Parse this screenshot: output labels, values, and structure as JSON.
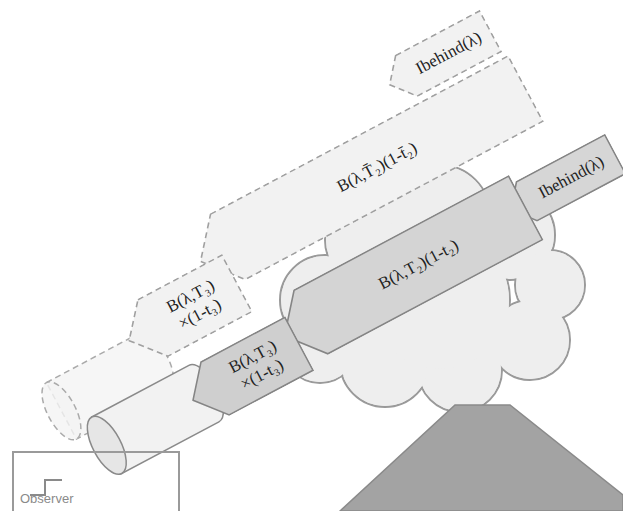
{
  "diagram": {
    "nodes": [
      {
        "text": [
          "Ibehind(λ)"
        ]
      },
      {
        "text": [
          "B(λ,T̄₂)(1-t̄₂)"
        ]
      },
      {
        "text": [
          "Ibehind(λ)"
        ]
      },
      {
        "text": [
          "B(λ,T₃) ×(1-t₃)"
        ]
      },
      {
        "text": [
          "B(λ,T₂)(1-t₂)"
        ]
      },
      {
        "text": [
          "B(λ,T₃) ×(1-t₃)"
        ]
      },
      {
        "text": [
          "Observer"
        ]
      }
    ]
  }
}
